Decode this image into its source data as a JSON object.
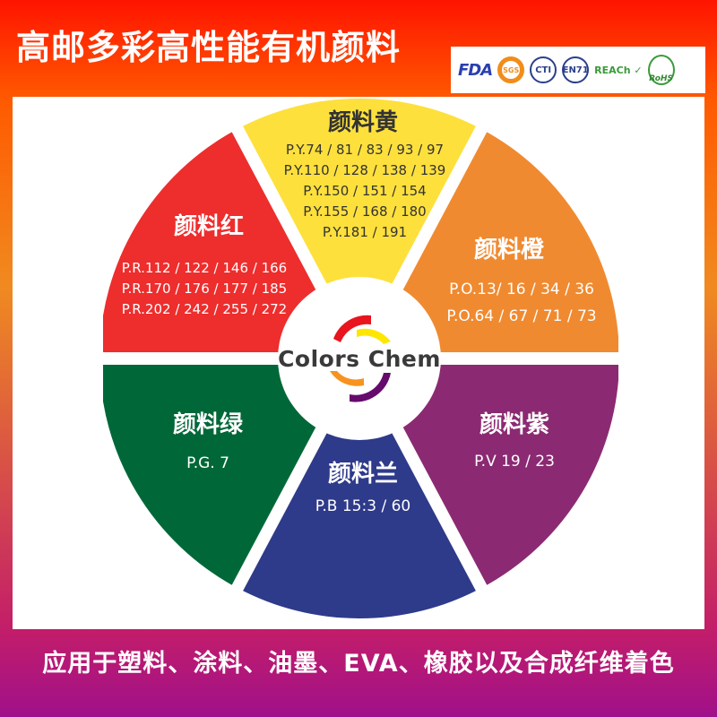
{
  "header": {
    "title": "高邮多彩高性能有机颜料"
  },
  "certifications": [
    {
      "icon": "fda-logo",
      "text": "FDA"
    },
    {
      "icon": "sgs-logo",
      "text": "SGS"
    },
    {
      "icon": "cti-logo",
      "text": "CTI"
    },
    {
      "icon": "en71-logo",
      "text": "EN71"
    },
    {
      "icon": "reach-logo",
      "text": "REACh ✓"
    },
    {
      "icon": "rohs-logo",
      "text": "RoHS"
    }
  ],
  "wheel": {
    "center_logo": "Colors Chem",
    "segments": [
      {
        "name": "颜料红",
        "color": "#ee2d2d",
        "codes": [
          "P.R.112 / 122 / 146 / 166",
          "P.R.170 / 176 / 177 / 185",
          "P.R.202 / 242 / 255 / 272"
        ]
      },
      {
        "name": "颜料黄",
        "color": "#fde03c",
        "codes": [
          "P.Y.74 / 81 / 83 / 93 / 97",
          "P.Y.110 / 128 / 138 / 139",
          "P.Y.150 / 151 / 154",
          "P.Y.155 / 168 / 180",
          "P.Y.181 / 191"
        ]
      },
      {
        "name": "颜料橙",
        "color": "#f08a30",
        "codes": [
          "P.O.13/ 16 / 34 / 36",
          "P.O.64 / 67 / 71 / 73"
        ]
      },
      {
        "name": "颜料紫",
        "color": "#8b2a72",
        "codes": [
          "P.V 19 / 23"
        ]
      },
      {
        "name": "颜料兰",
        "color": "#2e3a8a",
        "codes": [
          "P.B 15:3 / 60"
        ]
      },
      {
        "name": "颜料绿",
        "color": "#006838",
        "codes": [
          "P.G. 7"
        ]
      }
    ]
  },
  "footer": {
    "text": "应用于塑料、涂料、油墨、EVA、橡胶以及合成纤维着色"
  }
}
